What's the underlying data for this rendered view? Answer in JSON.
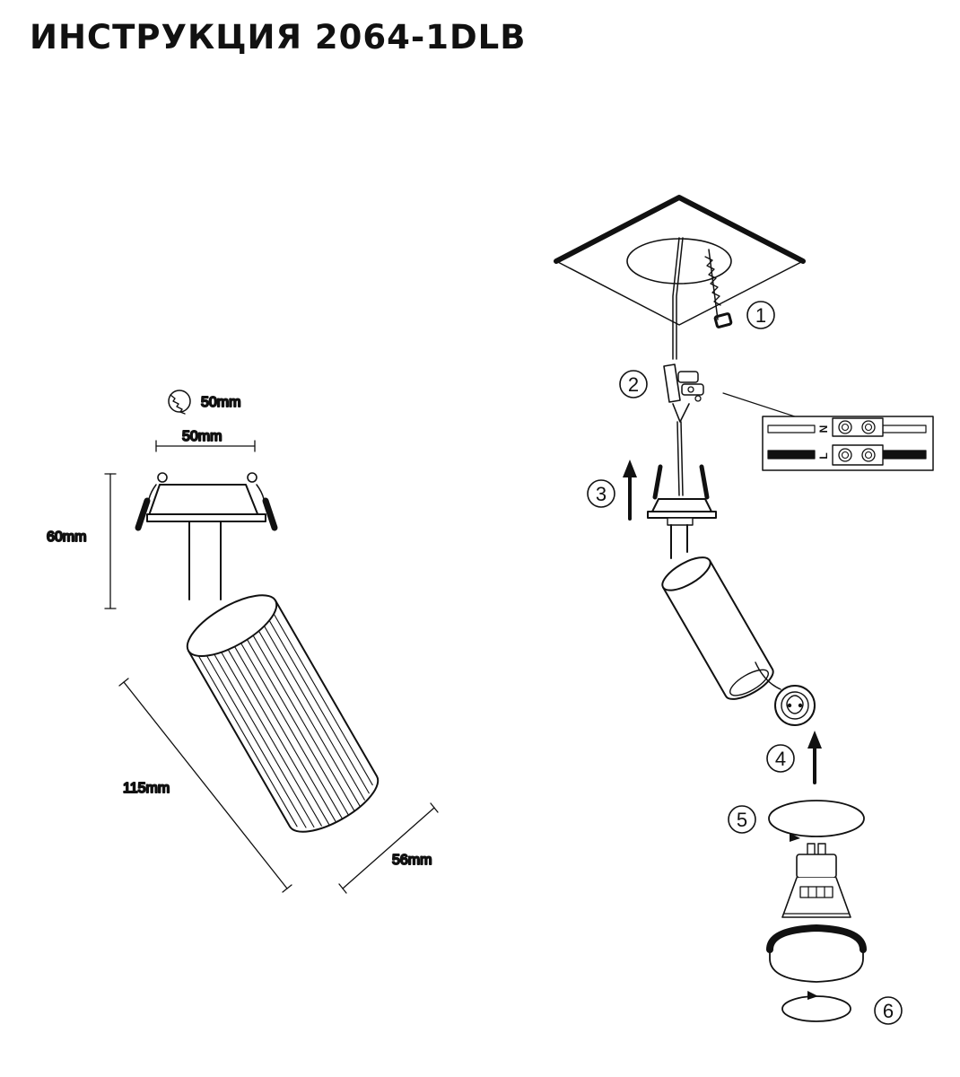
{
  "title": "ИНСТРУКЦИЯ 2064-1DLB",
  "dimensions": {
    "cutout": "50mm",
    "width": "50mm",
    "height": "60mm",
    "length": "115mm",
    "diameter": "56mm"
  },
  "wiring": {
    "neutral": "N",
    "live": "L"
  },
  "steps": [
    "1",
    "2",
    "3",
    "4",
    "5",
    "6"
  ],
  "icons": [
    "hole-saw-icon",
    "terminal-block-icon",
    "arrow-up-icon",
    "rotate-arrow-icon"
  ]
}
